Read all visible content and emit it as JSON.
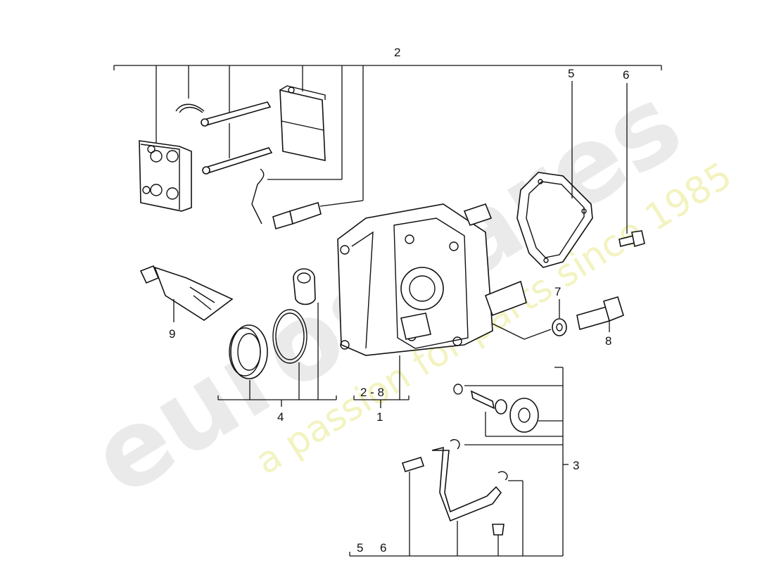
{
  "watermark": {
    "brand": "eurospares",
    "tagline": "a passion for parts since 1985"
  },
  "labels": {
    "part_2": "2",
    "part_5": "5",
    "part_6": "6",
    "part_7": "7",
    "part_8": "8",
    "part_9": "9",
    "part_4": "4",
    "part_2_8": "2 - 8",
    "part_1": "1",
    "part_3": "3",
    "part_5_bottom": "5",
    "part_6_bottom": "6"
  }
}
